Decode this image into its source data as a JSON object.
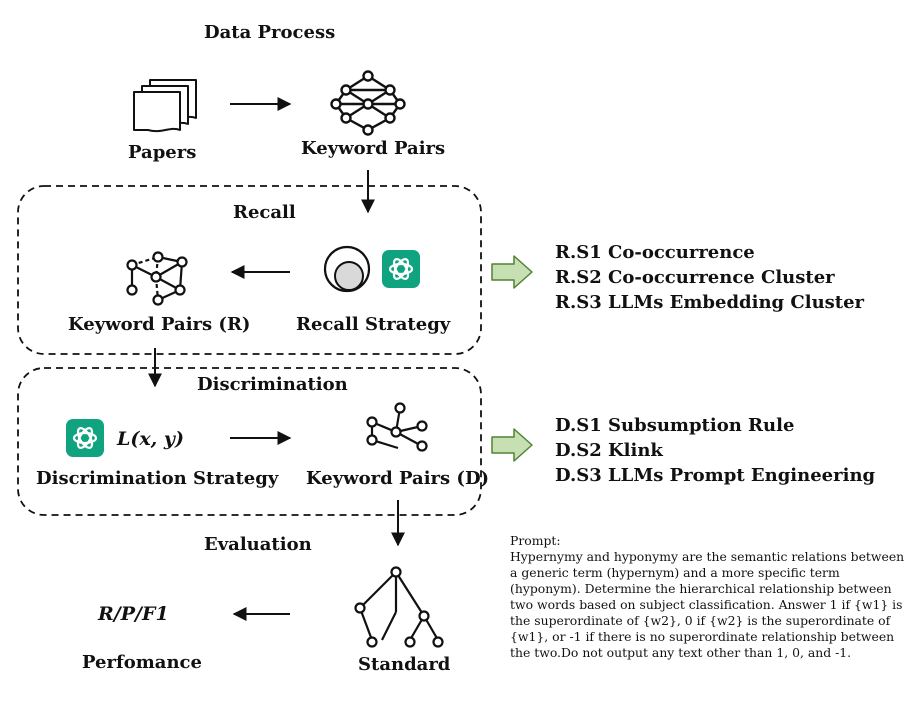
{
  "title": "Data Process",
  "nodes": {
    "papers": "Papers",
    "keyword_pairs": "Keyword Pairs",
    "keyword_pairs_r": "Keyword Pairs (R)",
    "recall_strategy": "Recall Strategy",
    "discrimination_strategy": "Discrimination Strategy",
    "keyword_pairs_d": "Keyword Pairs (D)",
    "standard": "Standard",
    "performance": "Perfomance",
    "metric": "R/P/F1",
    "loss": "L(x, y)"
  },
  "sections": {
    "recall": "Recall",
    "discrimination": "Discrimination",
    "evaluation": "Evaluation"
  },
  "recall_strategies": [
    "R.S1 Co-occurrence",
    "R.S2 Co-occurrence Cluster",
    "R.S3 LLMs Embedding Cluster"
  ],
  "discrimination_strategies": [
    "D.S1 Subsumption Rule",
    "D.S2 Klink",
    "D.S3 LLMs Prompt Engineering"
  ],
  "prompt": {
    "title": "Prompt:",
    "body": "Hypernymy and hyponymy are the semantic relations between a generic term (hypernym) and a more specific term (hyponym). Determine the hierarchical relationship between two words based on subject classification. Answer 1 if {w1} is the superordinate of {w2}, 0 if {w2} is the superordinate of {w1}, or -1 if there is no superordinate relationship between the two.Do not output any text other than 1, 0, and -1."
  },
  "colors": {
    "arrow_fill": "#c6e0b4",
    "arrow_stroke": "#548235",
    "gpt_green": "#10a37f"
  }
}
